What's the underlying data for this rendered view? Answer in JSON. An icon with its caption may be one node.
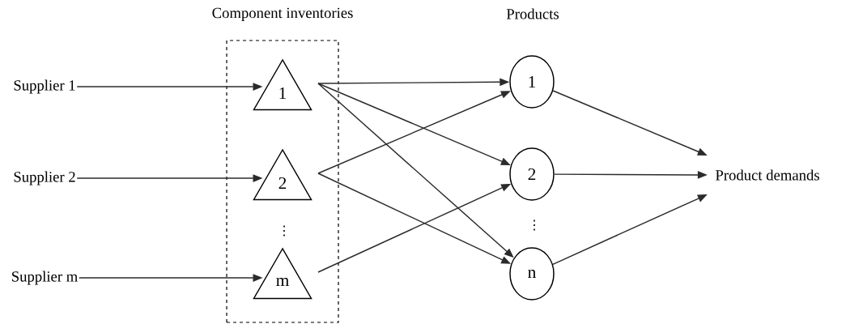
{
  "diagram": {
    "nodes": [
      {
        "text": [
          "Component inventories"
        ]
      },
      {
        "text": [
          "Supplier 1"
        ]
      },
      {
        "text": [
          "Supplier 2"
        ]
      },
      {
        "text": [
          "Supplier m"
        ]
      },
      {
        "text": [
          "1"
        ],
        "in": 0
      },
      {
        "text": [
          "2"
        ],
        "in": 0
      },
      {
        "text": [
          "m"
        ],
        "in": 0
      },
      {
        "text": [
          "1"
        ]
      },
      {
        "text": [
          "2"
        ]
      },
      {
        "text": [
          "n"
        ]
      },
      {
        "text": [
          "Product demands"
        ]
      }
    ],
    "edges": [
      {
        "from": 1,
        "to": 4,
        "arrow": "to"
      },
      {
        "from": 2,
        "to": 5,
        "arrow": "to"
      },
      {
        "from": 3,
        "to": 6,
        "arrow": "to"
      },
      {
        "from": 4,
        "to": 7,
        "arrow": "to"
      },
      {
        "from": 4,
        "to": 8,
        "arrow": "to"
      },
      {
        "from": 4,
        "to": 9,
        "arrow": "to"
      },
      {
        "from": 5,
        "to": 7,
        "arrow": "to"
      },
      {
        "from": 5,
        "to": 9,
        "arrow": "to"
      },
      {
        "from": 6,
        "to": 8,
        "arrow": "to"
      },
      {
        "from": 7,
        "to": 10,
        "arrow": "to"
      },
      {
        "from": 8,
        "to": 10,
        "arrow": "to"
      },
      {
        "from": 9,
        "to": 10,
        "arrow": "to"
      }
    ],
    "labels": [
      "Products",
      "⋮",
      "⋮"
    ]
  }
}
